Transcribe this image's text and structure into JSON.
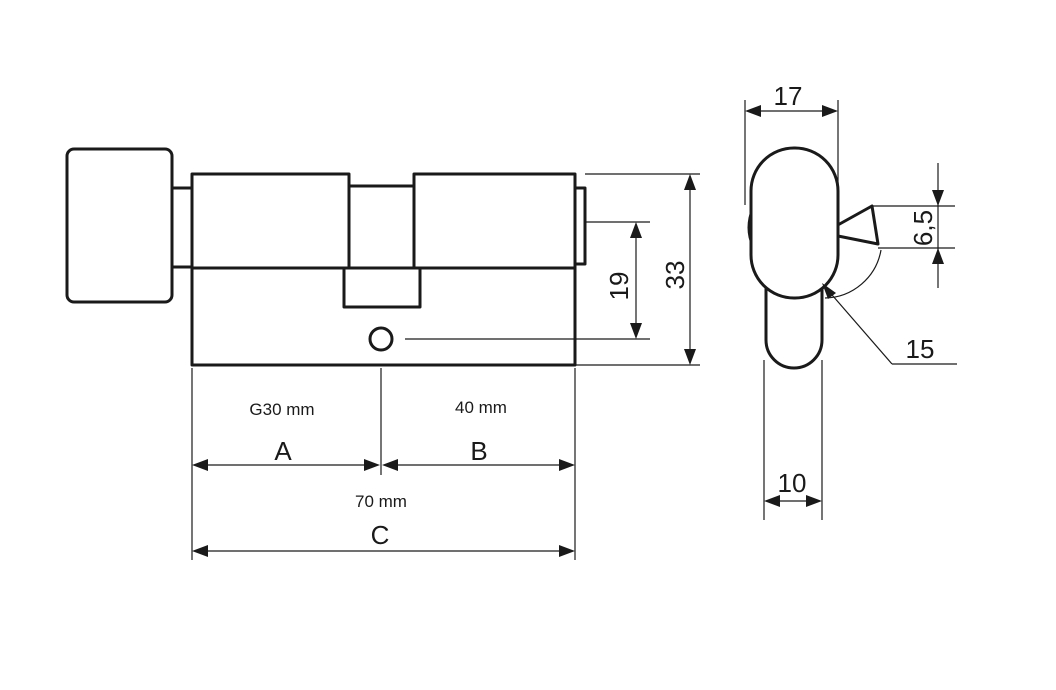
{
  "side_view": {
    "dim_a": {
      "value": "G30 mm",
      "letter": "A"
    },
    "dim_b": {
      "value": "40 mm",
      "letter": "B"
    },
    "dim_c": {
      "value": "70 mm",
      "letter": "C"
    },
    "dim_height_total": "33",
    "dim_height_upper": "19"
  },
  "end_view": {
    "dim_width_top": "17",
    "dim_width_bottom": "10",
    "dim_cam_thickness": "6,5",
    "dim_cam_radius": "15"
  }
}
